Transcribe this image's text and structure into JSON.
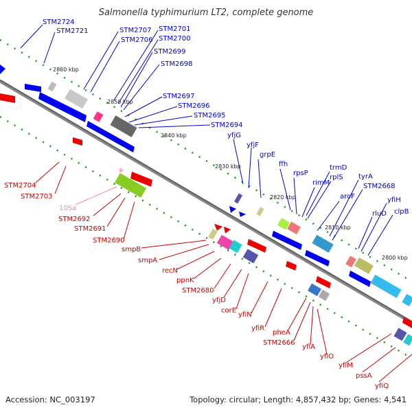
{
  "title": "Salmonella typhimurium LT2, complete genome",
  "footer": {
    "accession": "Accession: NC_003197",
    "summary": "Topology: circular; Length: 4,857,432 bp; Genes: 4,541"
  },
  "colors": {
    "forward_label": "#0000cc",
    "reverse_label": "#cc0000",
    "rna_label": "#ee88aa",
    "backbone": "#7a7a7a",
    "tick": "#119911"
  },
  "kbp_ticks": [
    "2860 kbp",
    "2850 kbp",
    "2840 kbp",
    "2830 kbp",
    "2820 kbp",
    "2810 kbp",
    "2800 kbp"
  ],
  "forward_labels": [
    "STM2724",
    "STM2721",
    "STM2707",
    "STM2706",
    "STM2701",
    "STM2700",
    "STM2699",
    "STM2698",
    "STM2697",
    "STM2696",
    "STM2695",
    "STM2694",
    "yfjG",
    "yfjF",
    "grpE",
    "ffh",
    "rpsP",
    "rimM",
    "trmD",
    "rplS",
    "aroF",
    "tyrA",
    "STM2668",
    "rluD",
    "yfiH",
    "clpB"
  ],
  "reverse_labels": [
    "STM2704",
    "STM2703",
    "STM2692",
    "STM2691",
    "STM2690",
    "smpB",
    "smpA",
    "recN",
    "ppnK",
    "STM2680",
    "yfjD",
    "corE",
    "yfiN",
    "yfiR",
    "pheA",
    "STM2666",
    "yfiA",
    "yfiO",
    "yfiM",
    "pssA",
    "yfiQ"
  ],
  "rna_labels": [
    "10Sa"
  ]
}
